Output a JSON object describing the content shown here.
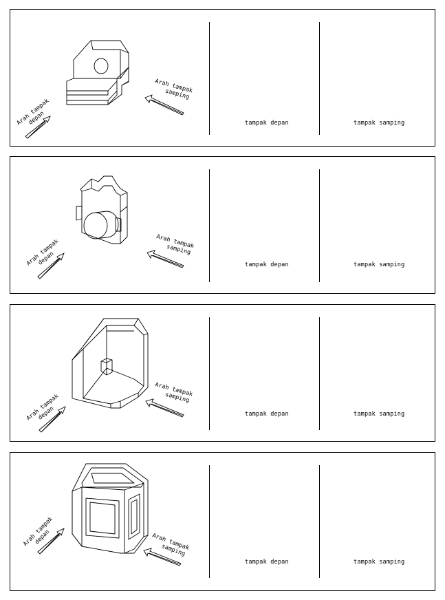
{
  "panels": [
    {
      "front_dir_line1": "Arah tampak",
      "front_dir_line2": "depan",
      "side_dir_line1": "Arah tampak",
      "side_dir_line2": "samping",
      "front_view_label": "tampak depan",
      "side_view_label": "tampak samping"
    },
    {
      "front_dir_line1": "Arah tampak",
      "front_dir_line2": "depan",
      "side_dir_line1": "Arah tampak",
      "side_dir_line2": "samping",
      "front_view_label": "tampak depan",
      "side_view_label": "tampak samping"
    },
    {
      "front_dir_line1": "Arah tampak",
      "front_dir_line2": "depan",
      "side_dir_line1": "Arah tampak",
      "side_dir_line2": "samping",
      "front_view_label": "tampak depan",
      "side_view_label": "tampak samping"
    },
    {
      "front_dir_line1": "Arah tampak",
      "front_dir_line2": "depan",
      "side_dir_line1": "Arah tampak",
      "side_dir_line2": "samping",
      "front_view_label": "tampak depan",
      "side_view_label": "tampak samping"
    }
  ]
}
